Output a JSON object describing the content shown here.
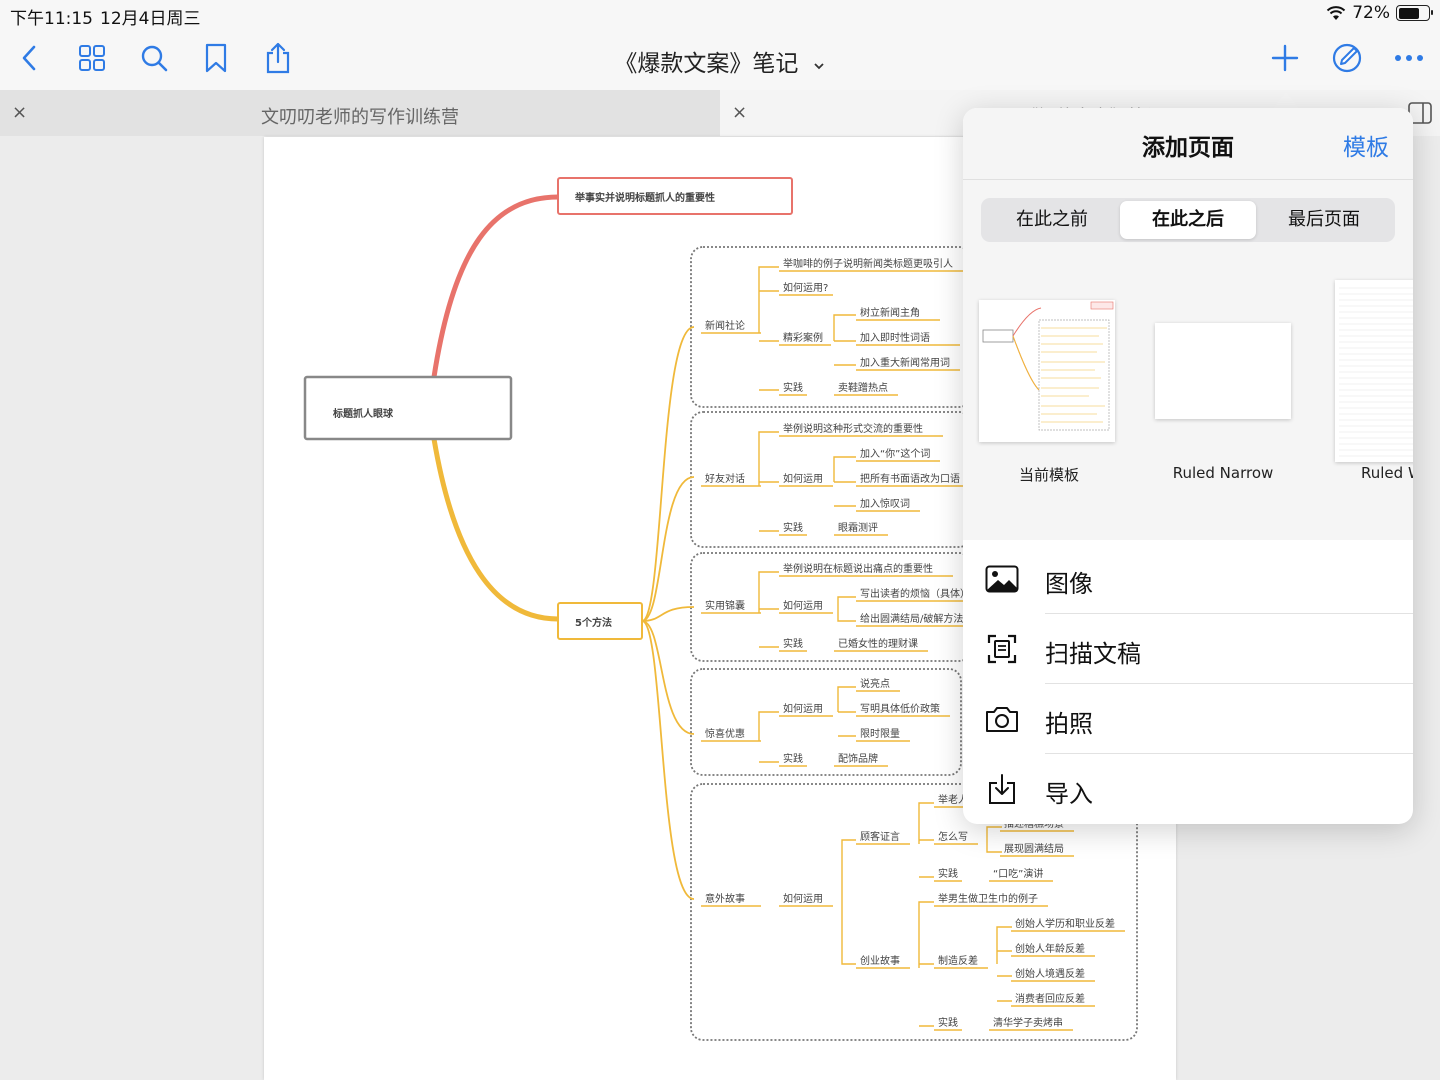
{
  "status_bar": {
    "time": "下午11:15",
    "date": "12月4日周三",
    "battery": "72%",
    "battery_level": 0.72
  },
  "nav": {
    "title": "《爆款文案》笔记",
    "icons": [
      "back-icon",
      "grid-icon",
      "search-icon",
      "bookmark-icon",
      "share-icon",
      "plus-icon",
      "pencil-icon",
      "more-icon"
    ]
  },
  "tabs": [
    {
      "label": "文叨叨老师的写作训练营",
      "close": "×"
    },
    {
      "label": "《爆款文案》笔记",
      "close": "×"
    }
  ],
  "mindmap": {
    "root": "标题抓人眼球",
    "top_node": "举事实并说明标题抓人的重要性",
    "methods_node": "5个方法",
    "groups": [
      {
        "name": "新闻社论",
        "items": [
          "举咖啡的例子说明新闻类标题更吸引人",
          "如何运用?",
          "精彩案例",
          "树立新闻主角",
          "加入即时性词语",
          "加入重大新闻常用词",
          "实践",
          "卖鞋蹭热点"
        ]
      },
      {
        "name": "好友对话",
        "items": [
          "举例说明这种形式交流的重要性",
          "如何运用",
          "加入“你”这个词",
          "把所有书面语改为口语",
          "加入惊叹词",
          "实践",
          "眼霜测评"
        ]
      },
      {
        "name": "实用锦囊",
        "items": [
          "举例说明在标题说出痛点的重要性",
          "如何运用",
          "写出读者的烦恼（具体）",
          "给出圆满结局/破解方法",
          "实践",
          "已婚女性的理财课"
        ]
      },
      {
        "name": "惊喜优惠",
        "items": [
          "如何运用",
          "说亮点",
          "写明具体低价政策",
          "限时限量",
          "实践",
          "配饰品牌"
        ]
      },
      {
        "name": "意外故事",
        "items": [
          "如何运用",
          "顾客证言",
          "举老人",
          "怎么写",
          "描述糟糕场景",
          "展现圆满结局",
          "实践",
          "“口吃”演讲",
          "创业故事",
          "举男生做卫生巾的例子",
          "制造反差",
          "创始人学历和职业反差",
          "创始人年龄反差",
          "创始人境遇反差",
          "消费者回应反差",
          "实践",
          "清华学子卖烤串"
        ]
      }
    ]
  },
  "popover": {
    "title": "添加页面",
    "template_button": "模板",
    "segments": [
      "在此之前",
      "在此之后",
      "最后页面"
    ],
    "selected_segment": 1,
    "templates": [
      "当前模板",
      "Ruled Narrow",
      "Ruled W"
    ],
    "menu": [
      {
        "label": "图像",
        "icon": "image-icon"
      },
      {
        "label": "扫描文稿",
        "icon": "scan-icon"
      },
      {
        "label": "拍照",
        "icon": "camera-icon"
      },
      {
        "label": "导入",
        "icon": "import-icon"
      }
    ]
  },
  "colors": {
    "accent": "#2f7be5",
    "branch_red": "#e8736b",
    "branch_yellow": "#f0b93a"
  }
}
